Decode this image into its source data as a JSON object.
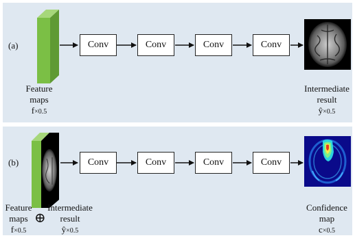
{
  "row_a": {
    "label": "(a)",
    "convs": [
      "Conv",
      "Conv",
      "Conv",
      "Conv"
    ],
    "input": {
      "line1": "Feature",
      "line2": "maps",
      "var": "f",
      "sub": "×0.5"
    },
    "output": {
      "line1": "Intermediate",
      "line2": "result",
      "var": "ŷ",
      "sub": "×0.5"
    }
  },
  "row_b": {
    "label": "(b)",
    "convs": [
      "Conv",
      "Conv",
      "Conv",
      "Conv"
    ],
    "input_left": {
      "line1": "Feature",
      "line2": "maps",
      "var": "f",
      "sub": "×0.5"
    },
    "operator": "⊕",
    "input_right": {
      "line1": "Intermediate",
      "line2": "result",
      "var": "ŷ",
      "sub": "×0.5"
    },
    "output": {
      "line1": "Confidence",
      "line2": "map",
      "var": "c",
      "sub": "×0.5"
    }
  },
  "colors": {
    "panel_bg": "#dfe8f1",
    "feature_green": "#7bbf45",
    "arrow": "#111111"
  }
}
